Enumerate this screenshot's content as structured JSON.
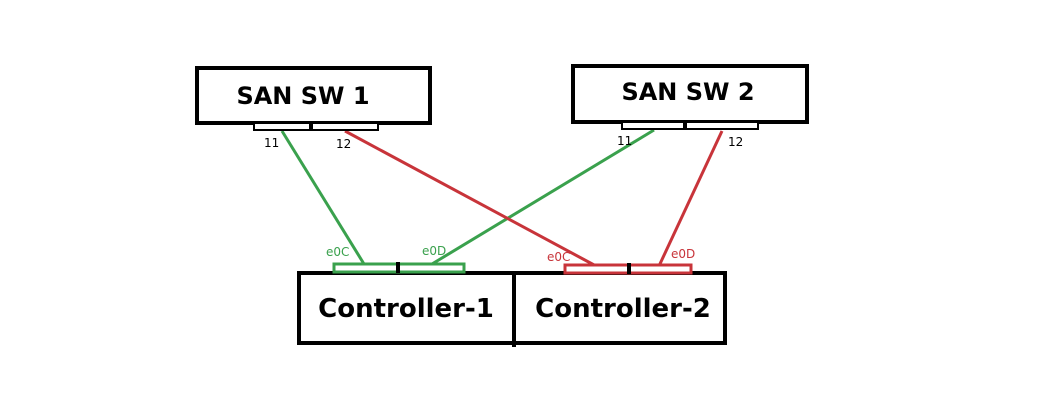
{
  "switches": [
    {
      "label": "SAN SW 1",
      "port_a": "11",
      "port_b": "12"
    },
    {
      "label": "SAN SW 2",
      "port_a": "11",
      "port_b": "12"
    }
  ],
  "controllers": [
    {
      "label": "Controller-1",
      "port_c": "e0C",
      "port_d": "e0D",
      "color": "#3aa14d"
    },
    {
      "label": "Controller-2",
      "port_c": "e0C",
      "port_d": "e0D",
      "color": "#c8343a"
    }
  ],
  "colors": {
    "green": "#3aa14d",
    "red": "#c8343a",
    "outline": "#000000"
  }
}
